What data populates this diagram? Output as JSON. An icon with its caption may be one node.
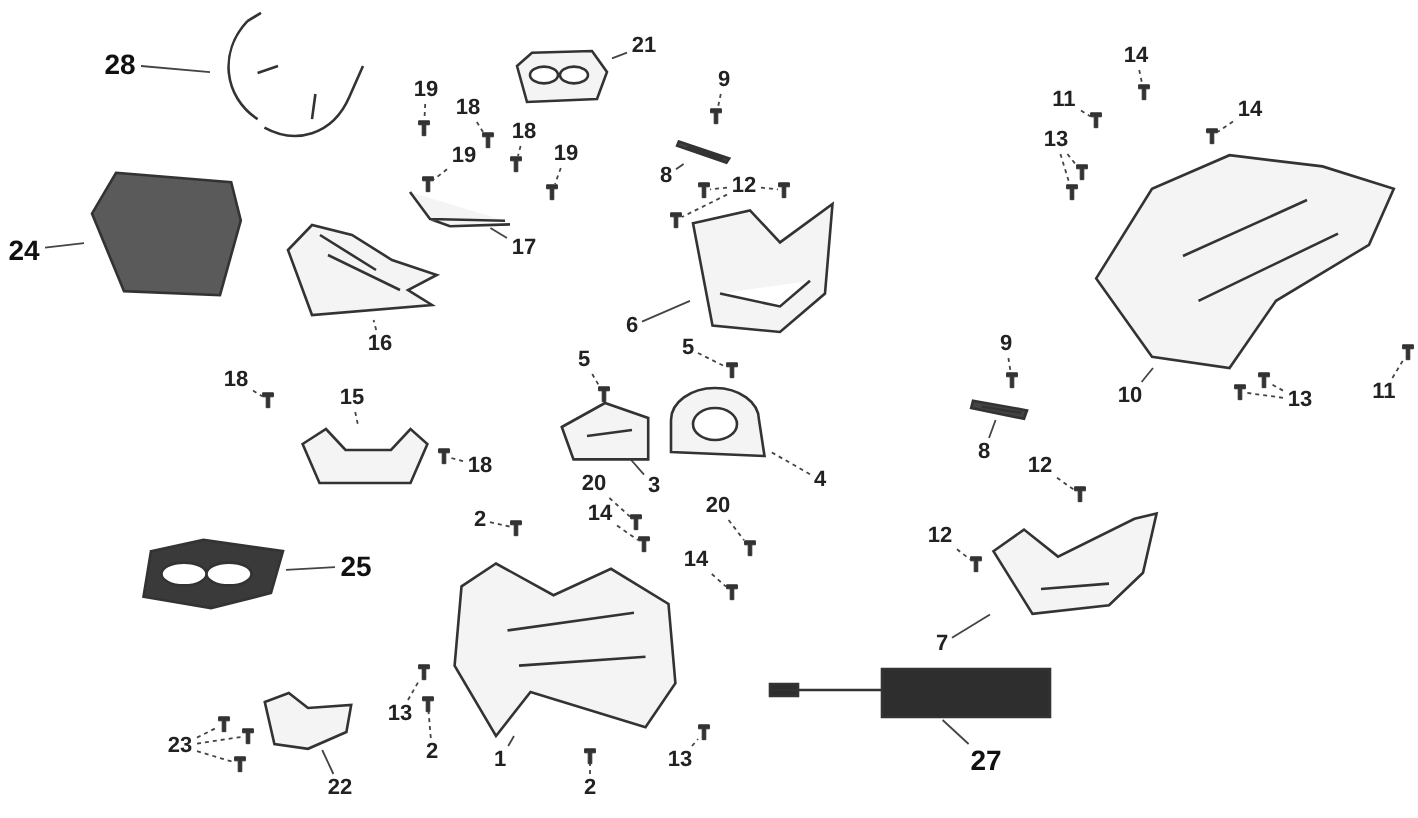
{
  "diagram": {
    "nodes": [
      {
        "text": [],
        "shape": "picture"
      },
      {
        "text": [],
        "shape": "picture"
      },
      {
        "text": [],
        "shape": "picture"
      },
      {
        "text": [],
        "shape": "picture"
      },
      {
        "text": [],
        "shape": "picture"
      },
      {
        "text": [],
        "shape": "picture"
      },
      {
        "text": [],
        "shape": "picture"
      },
      {
        "text": [],
        "shape": "picture"
      },
      {
        "text": [],
        "shape": "picture"
      },
      {
        "text": [],
        "shape": "picture"
      },
      {
        "text": [],
        "shape": "picture"
      },
      {
        "text": [],
        "shape": "picture"
      },
      {
        "text": [],
        "shape": "picture"
      },
      {
        "text": [],
        "shape": "picture"
      },
      {
        "text": [],
        "shape": "picture"
      },
      {
        "text": [],
        "shape": "picture"
      },
      {
        "text": [],
        "shape": "picture"
      },
      {
        "text": [
          "28"
        ]
      },
      {
        "text": [
          "21"
        ]
      },
      {
        "text": [
          "19"
        ]
      },
      {
        "text": [
          "18"
        ]
      },
      {
        "text": [
          "9"
        ]
      },
      {
        "text": [
          "14"
        ]
      },
      {
        "text": [
          "19"
        ]
      },
      {
        "text": [
          "18"
        ]
      },
      {
        "text": [
          "19"
        ]
      },
      {
        "text": [
          "8"
        ]
      },
      {
        "text": [
          "11"
        ]
      },
      {
        "text": [
          "14"
        ]
      },
      {
        "text": [
          "13"
        ]
      },
      {
        "text": [
          "12"
        ]
      },
      {
        "text": [
          "24"
        ]
      },
      {
        "text": [
          "17"
        ]
      },
      {
        "text": [
          "11"
        ]
      },
      {
        "text": [
          "6"
        ]
      },
      {
        "text": [
          "16"
        ]
      },
      {
        "text": [
          "9"
        ]
      },
      {
        "text": [
          "13"
        ]
      },
      {
        "text": [
          "5"
        ]
      },
      {
        "text": [
          "5"
        ]
      },
      {
        "text": [
          "10"
        ]
      },
      {
        "text": [
          "18"
        ]
      },
      {
        "text": [
          "15"
        ]
      },
      {
        "text": [
          "8"
        ]
      },
      {
        "text": [
          "12"
        ]
      },
      {
        "text": [
          "18"
        ]
      },
      {
        "text": [
          "3"
        ]
      },
      {
        "text": [
          "4"
        ]
      },
      {
        "text": [
          "20"
        ]
      },
      {
        "text": [
          "2"
        ]
      },
      {
        "text": [
          "14"
        ]
      },
      {
        "text": [
          "20"
        ]
      },
      {
        "text": [
          "14"
        ]
      },
      {
        "text": [
          "12"
        ]
      },
      {
        "text": [
          "25"
        ]
      },
      {
        "text": [
          "7"
        ]
      },
      {
        "text": [
          "13"
        ]
      },
      {
        "text": [
          "13"
        ]
      },
      {
        "text": [
          "23"
        ]
      },
      {
        "text": [
          "2"
        ]
      },
      {
        "text": [
          "1"
        ]
      },
      {
        "text": [
          "27"
        ]
      },
      {
        "text": [
          "22"
        ]
      },
      {
        "text": [
          "2"
        ]
      },
      {
        "text": [],
        "shape": "picture"
      },
      {
        "text": [],
        "shape": "picture"
      },
      {
        "text": [],
        "shape": "picture"
      },
      {
        "text": [],
        "shape": "picture"
      },
      {
        "text": [],
        "shape": "picture"
      },
      {
        "text": [],
        "shape": "picture"
      },
      {
        "text": [],
        "shape": "picture"
      },
      {
        "text": [],
        "shape": "picture"
      },
      {
        "text": [],
        "shape": "picture"
      },
      {
        "text": [],
        "shape": "picture"
      },
      {
        "text": [],
        "shape": "picture"
      },
      {
        "text": [],
        "shape": "picture"
      },
      {
        "text": [],
        "shape": "picture"
      },
      {
        "text": [],
        "shape": "picture"
      },
      {
        "text": [],
        "shape": "picture"
      },
      {
        "text": [],
        "shape": "picture"
      },
      {
        "text": [],
        "shape": "picture"
      },
      {
        "text": [],
        "shape": "picture"
      },
      {
        "text": [],
        "shape": "picture"
      },
      {
        "text": [],
        "shape": "picture"
      },
      {
        "text": [],
        "shape": "picture"
      },
      {
        "text": [],
        "shape": "picture"
      },
      {
        "text": [],
        "shape": "picture"
      },
      {
        "text": [],
        "shape": "picture"
      },
      {
        "text": [],
        "shape": "picture"
      },
      {
        "text": [],
        "shape": "picture"
      },
      {
        "text": [],
        "shape": "picture"
      },
      {
        "text": [],
        "shape": "picture"
      },
      {
        "text": [],
        "shape": "picture"
      },
      {
        "text": [],
        "shape": "picture"
      },
      {
        "text": [],
        "shape": "picture"
      },
      {
        "text": [],
        "shape": "picture"
      },
      {
        "text": [],
        "shape": "picture"
      },
      {
        "text": [],
        "shape": "picture"
      },
      {
        "text": [],
        "shape": "picture"
      },
      {
        "text": [],
        "shape": "picture"
      }
    ],
    "edges": [
      {
        "from": 17,
        "to": 0,
        "arrow": "none"
      },
      {
        "from": 18,
        "to": 1,
        "arrow": "none"
      },
      {
        "from": 19,
        "to": 64,
        "arrow": "none",
        "style": "dashed"
      },
      {
        "from": 20,
        "to": 65,
        "arrow": "none",
        "style": "dashed"
      },
      {
        "from": 21,
        "to": 66,
        "arrow": "none",
        "style": "dashed"
      },
      {
        "from": 22,
        "to": 67,
        "arrow": "none",
        "style": "dashed"
      },
      {
        "from": 23,
        "to": 68,
        "arrow": "none",
        "style": "dashed"
      },
      {
        "from": 24,
        "to": 69,
        "arrow": "none",
        "style": "dashed"
      },
      {
        "from": 25,
        "to": 70,
        "arrow": "none",
        "style": "dashed"
      },
      {
        "from": 26,
        "to": 5,
        "arrow": "none"
      },
      {
        "from": 27,
        "to": 71,
        "arrow": "none",
        "style": "dashed"
      },
      {
        "from": 28,
        "to": 72,
        "arrow": "none",
        "style": "dashed"
      },
      {
        "from": 29,
        "to": 73,
        "arrow": "none",
        "style": "dashed"
      },
      {
        "from": 29,
        "to": 74,
        "arrow": "none",
        "style": "dashed"
      },
      {
        "from": 30,
        "to": 75,
        "arrow": "none",
        "style": "dashed"
      },
      {
        "from": 30,
        "to": 76,
        "arrow": "none",
        "style": "dashed"
      },
      {
        "from": 30,
        "to": 77,
        "arrow": "none",
        "style": "dashed"
      },
      {
        "from": 31,
        "to": 2,
        "arrow": "none"
      },
      {
        "from": 32,
        "to": 3,
        "arrow": "none"
      },
      {
        "from": 33,
        "to": 78,
        "arrow": "none",
        "style": "dashed"
      },
      {
        "from": 34,
        "to": 6,
        "arrow": "none"
      },
      {
        "from": 35,
        "to": 4,
        "arrow": "none",
        "style": "dashed"
      },
      {
        "from": 36,
        "to": 79,
        "arrow": "none",
        "style": "dashed"
      },
      {
        "from": 37,
        "to": 80,
        "arrow": "none",
        "style": "dashed"
      },
      {
        "from": 37,
        "to": 81,
        "arrow": "none",
        "style": "dashed"
      },
      {
        "from": 38,
        "to": 82,
        "arrow": "none",
        "style": "dashed"
      },
      {
        "from": 39,
        "to": 83,
        "arrow": "none",
        "style": "dashed"
      },
      {
        "from": 40,
        "to": 7,
        "arrow": "none"
      },
      {
        "from": 41,
        "to": 84,
        "arrow": "none",
        "style": "dashed"
      },
      {
        "from": 42,
        "to": 8,
        "arrow": "none",
        "style": "dashed"
      },
      {
        "from": 43,
        "to": 11,
        "arrow": "none"
      },
      {
        "from": 44,
        "to": 85,
        "arrow": "none",
        "style": "dashed"
      },
      {
        "from": 45,
        "to": 86,
        "arrow": "none",
        "style": "dashed"
      },
      {
        "from": 46,
        "to": 9,
        "arrow": "none"
      },
      {
        "from": 47,
        "to": 10,
        "arrow": "none",
        "style": "dashed"
      },
      {
        "from": 48,
        "to": 87,
        "arrow": "none",
        "style": "dashed"
      },
      {
        "from": 49,
        "to": 88,
        "arrow": "none",
        "style": "dashed"
      },
      {
        "from": 50,
        "to": 89,
        "arrow": "none",
        "style": "dashed"
      },
      {
        "from": 51,
        "to": 90,
        "arrow": "none",
        "style": "dashed"
      },
      {
        "from": 52,
        "to": 91,
        "arrow": "none",
        "style": "dashed"
      },
      {
        "from": 53,
        "to": 92,
        "arrow": "none",
        "style": "dashed"
      },
      {
        "from": 54,
        "to": 13,
        "arrow": "none"
      },
      {
        "from": 55,
        "to": 12,
        "arrow": "none"
      },
      {
        "from": 56,
        "to": 93,
        "arrow": "none",
        "style": "dashed"
      },
      {
        "from": 57,
        "to": 94,
        "arrow": "none",
        "style": "dashed"
      },
      {
        "from": 58,
        "to": 95,
        "arrow": "none",
        "style": "dashed"
      },
      {
        "from": 58,
        "to": 96,
        "arrow": "none",
        "style": "dashed"
      },
      {
        "from": 58,
        "to": 97,
        "arrow": "none",
        "style": "dashed"
      },
      {
        "from": 59,
        "to": 98,
        "arrow": "none",
        "style": "dashed"
      },
      {
        "from": 60,
        "to": 14,
        "arrow": "none"
      },
      {
        "from": 61,
        "to": 16,
        "arrow": "none"
      },
      {
        "from": 62,
        "to": 15,
        "arrow": "none"
      },
      {
        "from": 63,
        "to": 99,
        "arrow": "none",
        "style": "dashed"
      }
    ]
  }
}
